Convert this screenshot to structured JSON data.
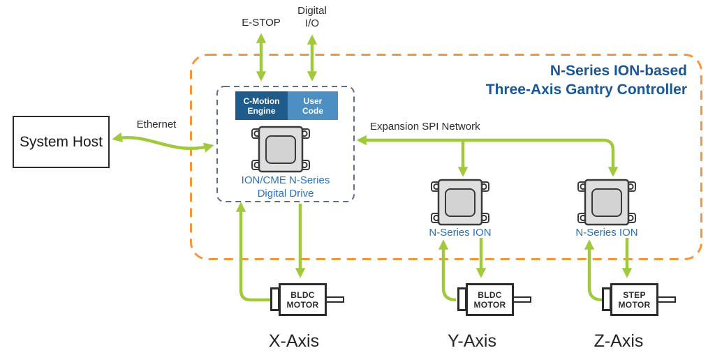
{
  "title": {
    "line1": "N-Series ION-based",
    "line2": "Three-Axis Gantry Controller"
  },
  "system_host_label": "System Host",
  "connections": {
    "ethernet": "Ethernet",
    "estop": "E-STOP",
    "digital_io_line1": "Digital",
    "digital_io_line2": "I/O",
    "spi": "Expansion SPI Network"
  },
  "drive": {
    "cmotion_line1": "C-Motion",
    "cmotion_line2": "Engine",
    "usercode_line1": "User",
    "usercode_line2": "Code",
    "label_line1": "ION/CME N-Series",
    "label_line2": "Digital Drive"
  },
  "expansion_ions": [
    {
      "label": "N-Series ION"
    },
    {
      "label": "N-Series ION"
    }
  ],
  "axes": [
    {
      "motor_line1": "BLDC",
      "motor_line2": "MOTOR",
      "label": "X-Axis"
    },
    {
      "motor_line1": "BLDC",
      "motor_line2": "MOTOR",
      "label": "Y-Axis"
    },
    {
      "motor_line1": "STEP",
      "motor_line2": "MOTOR",
      "label": "Z-Axis"
    }
  ],
  "colors": {
    "accent_orange": "#F7953A",
    "connector_green": "#A0C93D",
    "title_blue": "#1A5796",
    "label_blue": "#2B72B8",
    "header_dark_blue": "#1F5C8C",
    "header_light_blue": "#4D8EC3",
    "dashed_slate": "#5E6C8E",
    "ink": "#2B2B2B"
  }
}
